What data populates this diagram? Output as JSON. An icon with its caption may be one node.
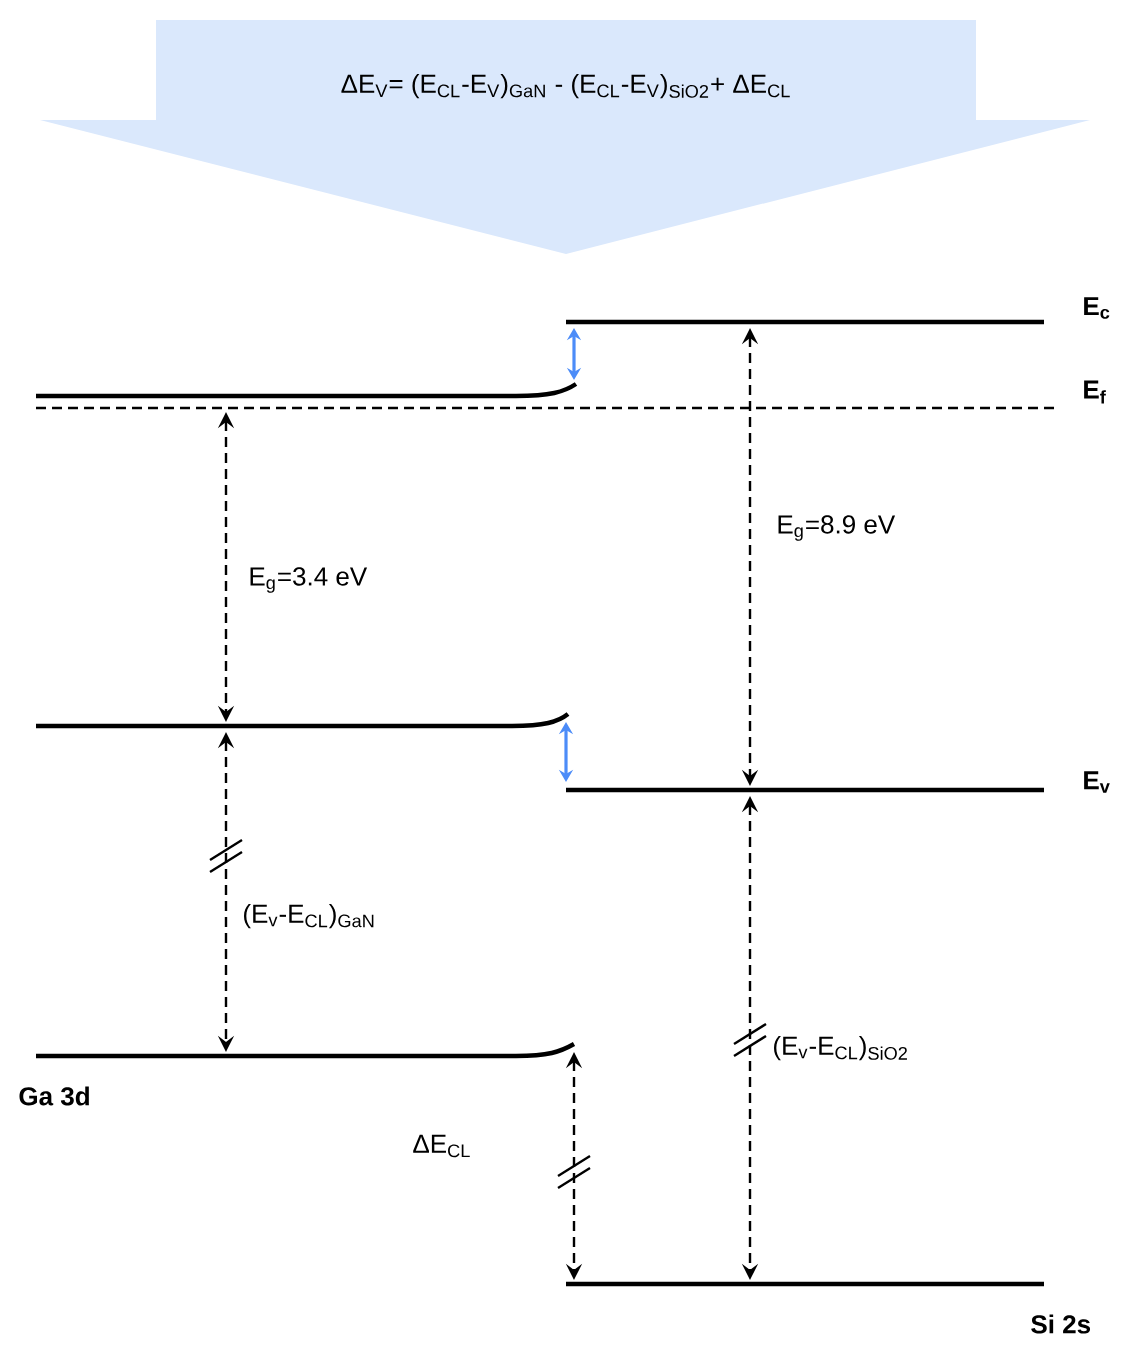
{
  "diagram": {
    "nodes": [
      {
        "text": [
          "ΔE$_{V}$= (E$_{CL}$-E$_{V}$)$_{GaN}$ - (E$_{CL}$-E$_{V}$)$_{SiO2}$+ ΔE$_{CL}$"
        ]
      }
    ],
    "labels": [
      "E$_{c}$",
      "E$_{f}$",
      "E$_{g}$=8.9 eV",
      "E$_{g}$=3.4 eV",
      "E$_{v}$",
      "(E$_{v}$-E$_{CL}$)$_{GaN}$",
      "(E$_{v}$-E$_{CL}$)$_{SiO2}$",
      "Ga 3d",
      "ΔE$_{CL}$",
      "Si 2s"
    ]
  }
}
